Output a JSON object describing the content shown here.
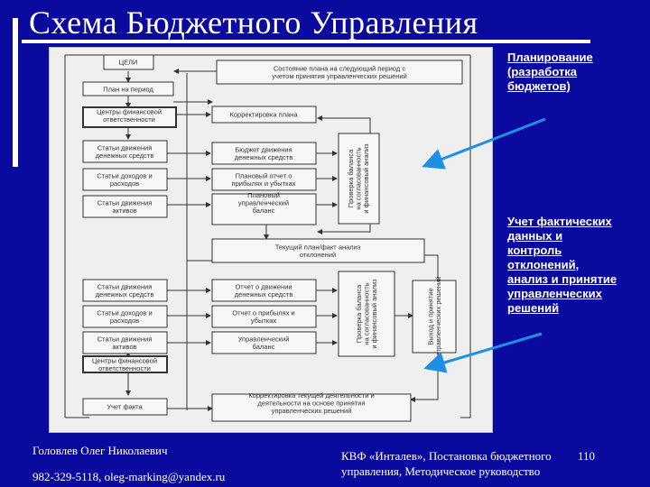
{
  "slide": {
    "title": "Схема Бюджетного Управления",
    "notes": {
      "planning": [
        "Планирование",
        "(разработка",
        "бюджетов)"
      ],
      "accounting": [
        "Учет фактических",
        "данных и",
        "контроль",
        "отклонений,",
        "анализ и принятие",
        "управленческих",
        "решений"
      ]
    },
    "footer": {
      "author": "Головлев Олег Николаевич",
      "contacts": "982-329-5118,  oleg-marking@yandex.ru",
      "source_line1": "КВФ «Инталев», Постановка бюджетного",
      "source_line2": "управления, Методическое руководство",
      "page_number": "110"
    },
    "colors": {
      "background": "#0a0a9e",
      "text": "#ffffff",
      "arrow": "#1e8fe6",
      "diagram_bg": "#efefef",
      "ink": "#333333"
    }
  },
  "diagram": {
    "boxes": {
      "goals": [
        "ЦЕЛИ"
      ],
      "plan_period": [
        "План на период"
      ],
      "cfo_top": [
        "Центры финансовой",
        "ответственности"
      ],
      "cash_budget_items": [
        "Статьи движения",
        "денежных средств"
      ],
      "income_expense_items": [
        "Статьи доходов и",
        "расходов"
      ],
      "asset_items": [
        "Статьи движения",
        "активов"
      ],
      "plan_state": [
        "Состояние плана на следующий период с",
        "учетом принятия управленческих решений"
      ],
      "plan_adjustment": [
        "Корректировка плана"
      ],
      "cash_budget": [
        "Бюджет движения",
        "денежных средств"
      ],
      "planned_pl": [
        "Плановый отчет о",
        "прибылях и убытках"
      ],
      "planned_balance": [
        "Плановый",
        "управленческий",
        "баланс"
      ],
      "plan_check": [
        "Проверка баланса",
        "на согласованность",
        "и финансовый анализ"
      ],
      "current_plan_fact": [
        "Текущий план/факт анализ",
        "отклонений"
      ],
      "fact_cash_items": [
        "Статьи движения",
        "денежных средств"
      ],
      "fact_income_items": [
        "Статьи доходов и",
        "расходов"
      ],
      "fact_asset_items": [
        "Статьи движения",
        "активов"
      ],
      "cash_report": [
        "Отчет о движении",
        "денежных средств"
      ],
      "pl_report": [
        "Отчет о прибылях и",
        "убытках"
      ],
      "mgmt_balance": [
        "Управленческий",
        "баланс"
      ],
      "fact_check": [
        "Проверка баланса",
        "на согласованность",
        "и финансовый анализ"
      ],
      "decisions": [
        "Выход и принятие",
        "управленческих решений"
      ],
      "cfo_bottom": [
        "Центры финансовой",
        "ответственности"
      ],
      "accounting": [
        "Учет факта"
      ],
      "final_adjustment": [
        "Корректировка текущей деятельности и",
        "деятельности на основе принятия",
        "управленческих решений"
      ]
    }
  }
}
